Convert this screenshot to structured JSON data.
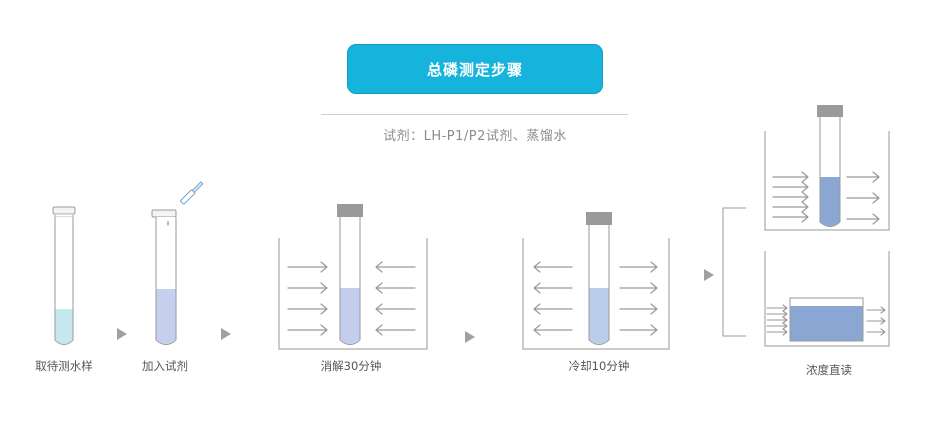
{
  "title": "总磷测定步骤",
  "reagents": "试剂：LH-P1/P2试剂、蒸馏水",
  "steps": [
    {
      "label": "取待测水样"
    },
    {
      "label": "加入试剂"
    },
    {
      "label": "消解30分钟"
    },
    {
      "label": "冷却10分钟"
    },
    {
      "label": "浓度直读"
    }
  ],
  "colors": {
    "title_bg": "#16b4dc",
    "sample_liquid": "#c8e8ef",
    "reagent_liquid": "#c7cfee",
    "digest_liquid": "#c3cdee",
    "cool_liquid": "#b9cde9",
    "measure_liquid": "#8aa6d2",
    "cap": "#9a9a9a",
    "line": "#999999",
    "arrow_marker": "#a0a0a0"
  }
}
